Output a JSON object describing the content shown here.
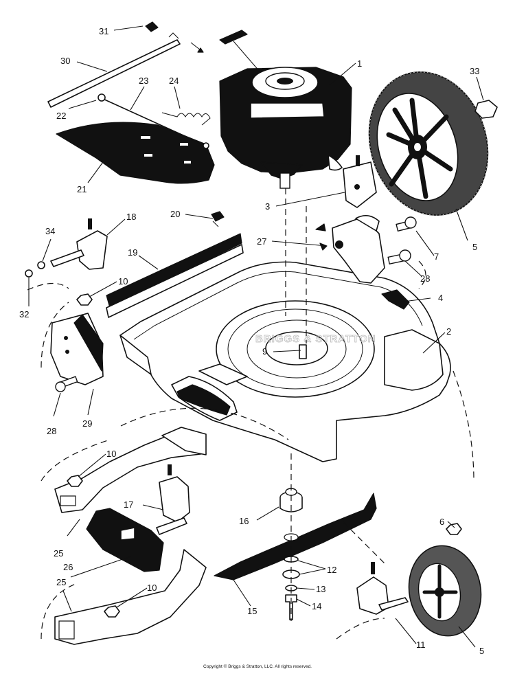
{
  "copyright": "Copyright © Briggs & Stratton, LLC. All rights reserved.",
  "watermark": "BRIGGS & STRATTON",
  "callouts": [
    {
      "id": "c1",
      "text": "1"
    },
    {
      "id": "c2",
      "text": "2"
    },
    {
      "id": "c3",
      "text": "3"
    },
    {
      "id": "c4",
      "text": "4"
    },
    {
      "id": "c5a",
      "text": "5"
    },
    {
      "id": "c5b",
      "text": "5"
    },
    {
      "id": "c6",
      "text": "6"
    },
    {
      "id": "c7",
      "text": "7"
    },
    {
      "id": "c9",
      "text": "9"
    },
    {
      "id": "c10a",
      "text": "10"
    },
    {
      "id": "c10b",
      "text": "10"
    },
    {
      "id": "c10c",
      "text": "10"
    },
    {
      "id": "c11",
      "text": "11"
    },
    {
      "id": "c12",
      "text": "12"
    },
    {
      "id": "c13",
      "text": "13"
    },
    {
      "id": "c14",
      "text": "14"
    },
    {
      "id": "c15",
      "text": "15"
    },
    {
      "id": "c16",
      "text": "16"
    },
    {
      "id": "c17",
      "text": "17"
    },
    {
      "id": "c18",
      "text": "18"
    },
    {
      "id": "c19",
      "text": "19"
    },
    {
      "id": "c20",
      "text": "20"
    },
    {
      "id": "c21",
      "text": "21"
    },
    {
      "id": "c22",
      "text": "22"
    },
    {
      "id": "c23",
      "text": "23"
    },
    {
      "id": "c24",
      "text": "24"
    },
    {
      "id": "c25a",
      "text": "25"
    },
    {
      "id": "c25b",
      "text": "25"
    },
    {
      "id": "c26",
      "text": "26"
    },
    {
      "id": "c27",
      "text": "27"
    },
    {
      "id": "c28a",
      "text": "28"
    },
    {
      "id": "c28b",
      "text": "28"
    },
    {
      "id": "c29",
      "text": "29"
    },
    {
      "id": "c30",
      "text": "30"
    },
    {
      "id": "c31",
      "text": "31"
    },
    {
      "id": "c32",
      "text": "32"
    },
    {
      "id": "c33",
      "text": "33"
    },
    {
      "id": "c34",
      "text": "34"
    }
  ]
}
